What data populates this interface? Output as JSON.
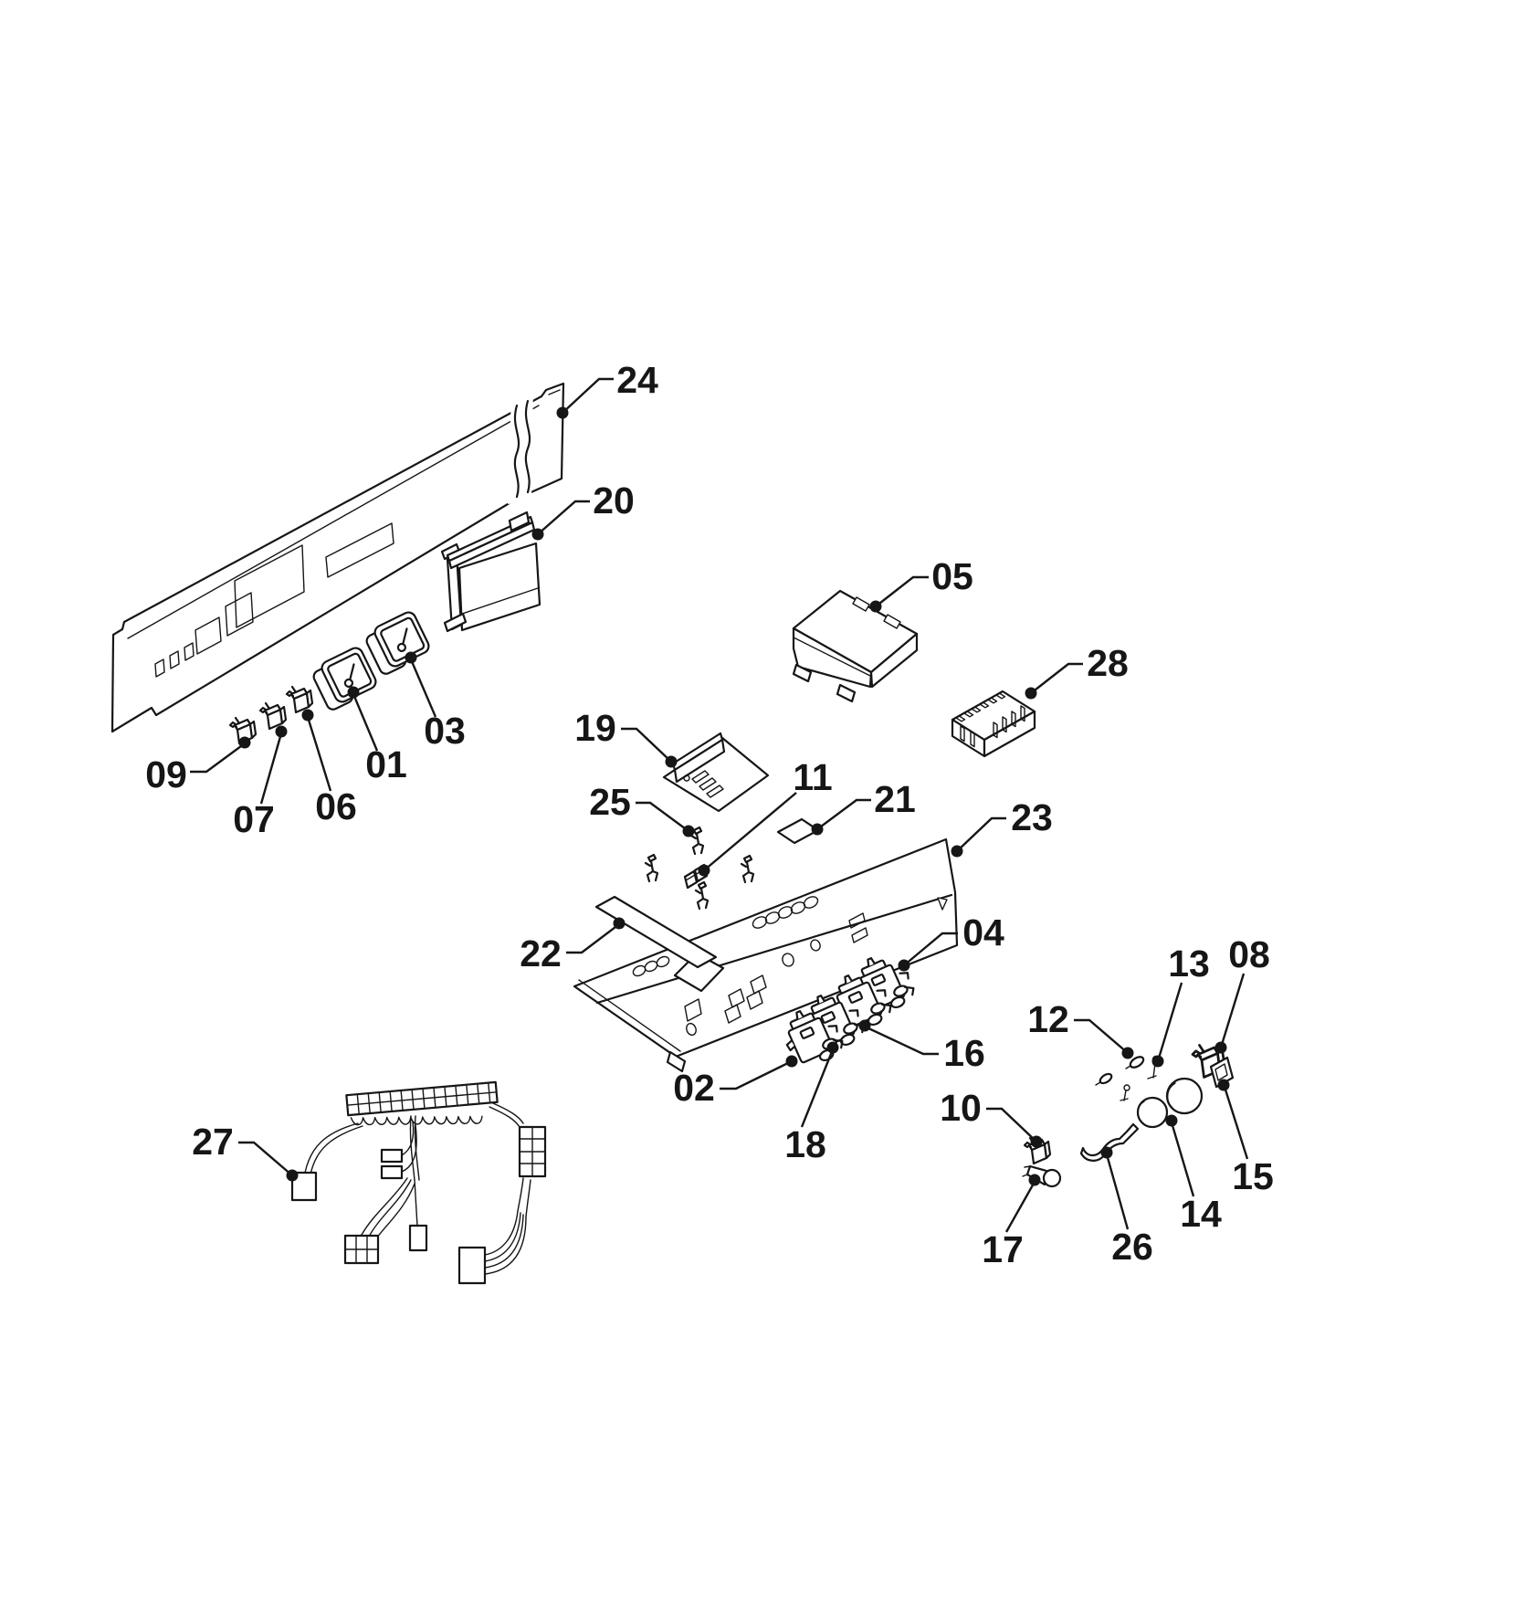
{
  "figure": {
    "type": "exploded-parts-diagram",
    "background": "#ffffff",
    "line_color": "#161616",
    "label_color": "#161616"
  },
  "parts": {
    "p01": {
      "label": "01"
    },
    "p02": {
      "label": "02"
    },
    "p03": {
      "label": "03"
    },
    "p04": {
      "label": "04"
    },
    "p05": {
      "label": "05"
    },
    "p06": {
      "label": "06"
    },
    "p07": {
      "label": "07"
    },
    "p08": {
      "label": "08"
    },
    "p09": {
      "label": "09"
    },
    "p10": {
      "label": "10"
    },
    "p11": {
      "label": "11"
    },
    "p12": {
      "label": "12"
    },
    "p13": {
      "label": "13"
    },
    "p14": {
      "label": "14"
    },
    "p15": {
      "label": "15"
    },
    "p16": {
      "label": "16"
    },
    "p17": {
      "label": "17"
    },
    "p18": {
      "label": "18"
    },
    "p19": {
      "label": "19"
    },
    "p20": {
      "label": "20"
    },
    "p21": {
      "label": "21"
    },
    "p22": {
      "label": "22"
    },
    "p23": {
      "label": "23"
    },
    "p24": {
      "label": "24"
    },
    "p25": {
      "label": "25"
    },
    "p26": {
      "label": "26"
    },
    "p27": {
      "label": "27"
    },
    "p28": {
      "label": "28"
    }
  }
}
